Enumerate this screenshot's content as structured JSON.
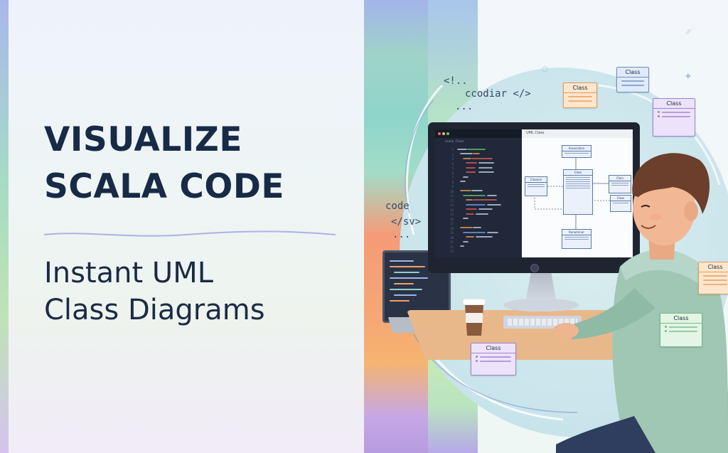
{
  "left_panel": {
    "headline_lines": [
      "VISUALIZE",
      "SCALA CODE"
    ],
    "subhead_lines": [
      "Instant UML",
      "Class Diagrams"
    ]
  },
  "right_panel": {
    "floating_code": [
      "<!..",
      "ccodiar </>",
      "...",
      "code",
      "</sv>",
      "..."
    ],
    "editor_tab": "scala Class",
    "diagram_tab": "UML Class",
    "line_numbers": [
      "1",
      "2",
      "3",
      "4",
      "5",
      "6",
      "7",
      "8",
      "9",
      "10",
      "11",
      "12",
      "13",
      "14",
      "15",
      "16",
      "17",
      "18",
      "19",
      "20",
      "21",
      "22",
      "23"
    ],
    "diagram_nodes": [
      "Association",
      "Classion",
      "Class",
      "Clain",
      "Class",
      "Renominer"
    ],
    "uml_cards": [
      "Class",
      "Class",
      "Class",
      "Class",
      "Class",
      "Class"
    ]
  },
  "colors": {
    "headline": "#172a46",
    "divider": "#a9b3e3",
    "accent_orange": "#f59b77",
    "accent_green": "#a2dcc8",
    "accent_purple": "#b69be0"
  }
}
